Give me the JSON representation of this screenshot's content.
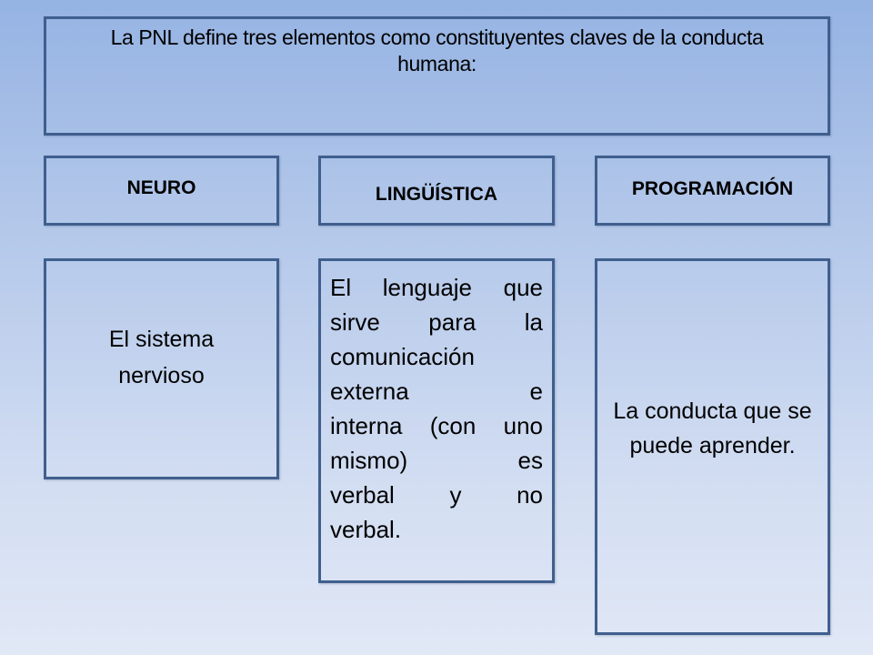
{
  "slide": {
    "title": "La PNL define tres elementos como constituyentes claves de la conducta humana:",
    "colors": {
      "background_top": "#95b3e3",
      "background_bottom": "#e1e8f6",
      "border": "#3f5f8e",
      "text": "#000000"
    },
    "columns": [
      {
        "header": "NEURO",
        "description": "El sistema nervioso"
      },
      {
        "header": "LINGÜÍSTICA",
        "description": "El lenguaje que sirve para la comunicación externa e interna (con uno mismo) es verbal y no verbal.",
        "description_lines": [
          "El lenguaje que",
          "sirve para la",
          "comunicación",
          "externa e",
          "interna (con uno",
          "mismo) es",
          "verbal y no",
          "verbal."
        ]
      },
      {
        "header": "PROGRAMACIÓN",
        "description": "La conducta que se puede aprender."
      }
    ]
  }
}
